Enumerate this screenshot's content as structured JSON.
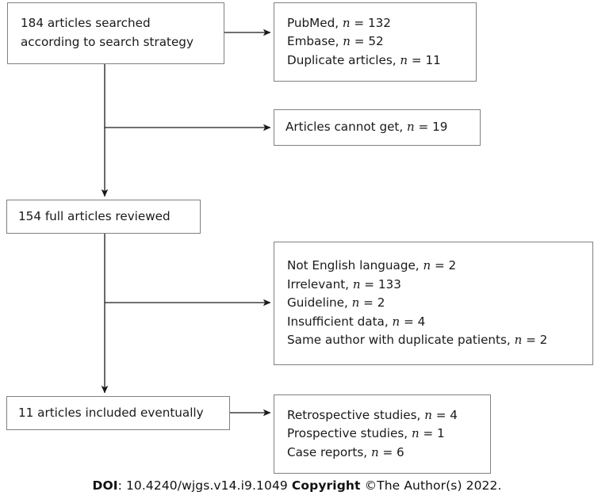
{
  "figure": {
    "type": "prisma-flow-diagram",
    "title": "Article selection flow diagram",
    "line_color": "#808080",
    "arrow_color": "#1a1a1a",
    "text_color": "#1a1a1a",
    "background": "#ffffff"
  },
  "nodes": {
    "searched": {
      "id": "searched",
      "lines": [
        "184 articles searched",
        "according to search strategy"
      ]
    },
    "sources": {
      "id": "sources",
      "lines": [
        {
          "label": "PubMed, ",
          "nvar": "n",
          "eq": " = ",
          "value": "132"
        },
        {
          "label": "Embase, ",
          "nvar": "n",
          "eq": " = ",
          "value": "52"
        },
        {
          "label": "Duplicate articles, ",
          "nvar": "n",
          "eq": " = ",
          "value": "11"
        }
      ]
    },
    "cannot_get": {
      "id": "cannot-get",
      "lines": [
        {
          "label": "Articles cannot get, ",
          "nvar": "n",
          "eq": " = ",
          "value": "19"
        }
      ]
    },
    "reviewed": {
      "id": "reviewed",
      "lines": [
        "154 full articles reviewed"
      ]
    },
    "excluded": {
      "id": "excluded",
      "lines": [
        {
          "label": "Not English language, ",
          "nvar": "n",
          "eq": " = ",
          "value": "2"
        },
        {
          "label": "Irrelevant, ",
          "nvar": "n",
          "eq": " = ",
          "value": "133"
        },
        {
          "label": "Guideline, ",
          "nvar": "n",
          "eq": " = ",
          "value": "2"
        },
        {
          "label": "Insufficient data, ",
          "nvar": "n",
          "eq": " = ",
          "value": "4"
        },
        {
          "label": "Same author with duplicate patients, ",
          "nvar": "n",
          "eq": " = ",
          "value": "2"
        }
      ]
    },
    "included": {
      "id": "included",
      "lines": [
        "11 articles included eventually"
      ]
    },
    "types": {
      "id": "types",
      "lines": [
        {
          "label": "Retrospective studies, ",
          "nvar": "n",
          "eq": " = ",
          "value": "4"
        },
        {
          "label": "Prospective studies, ",
          "nvar": "n",
          "eq": " = ",
          "value": "1"
        },
        {
          "label": "Case reports, ",
          "nvar": "n",
          "eq": " = ",
          "value": "6"
        }
      ]
    }
  },
  "connectors": [
    {
      "name": "searched-to-sources",
      "from": "searched",
      "to": "sources",
      "direction": "right"
    },
    {
      "name": "searched-to-cannot-get",
      "from": "searched",
      "to": "cannot-get",
      "direction": "down-right"
    },
    {
      "name": "searched-to-reviewed",
      "from": "searched",
      "to": "reviewed",
      "direction": "down"
    },
    {
      "name": "reviewed-to-excluded",
      "from": "reviewed",
      "to": "excluded",
      "direction": "down-right"
    },
    {
      "name": "reviewed-to-included",
      "from": "reviewed",
      "to": "included",
      "direction": "down"
    },
    {
      "name": "included-to-types",
      "from": "included",
      "to": "types",
      "direction": "right"
    }
  ],
  "footer": {
    "doi_label": "DOI",
    "doi_sep": ": ",
    "doi_value": "10.4240/wjgs.v14.i9.1049",
    "copyright_label": "Copyright",
    "copyright_value": "©The Author(s) 2022."
  }
}
